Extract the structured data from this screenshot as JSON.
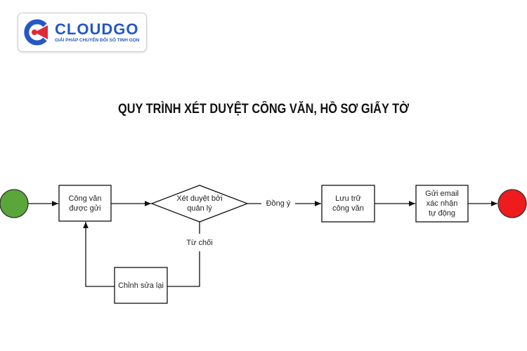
{
  "logo": {
    "name": "CLOUDGO",
    "tagline": "GIẢI PHÁP CHUYỂN ĐỔI SỐ TINH GỌN"
  },
  "title": "QUY TRÌNH XÉT DUYỆT CÔNG VĂN, HỒ SƠ GIẤY TỜ",
  "nodes": {
    "submitted": "Công văn được gửi",
    "review": "Xét duyệt bởi quản lý",
    "store": "Lưu trữ công văn",
    "email": "Gửi email xác nhận tự động",
    "revise": "Chỉnh sửa lại"
  },
  "edges": {
    "approve": "Đồng ý",
    "reject": "Từ chối"
  },
  "colors": {
    "start": "#5aa63a",
    "end": "#ee1c1c",
    "brand": "#2458c6"
  }
}
